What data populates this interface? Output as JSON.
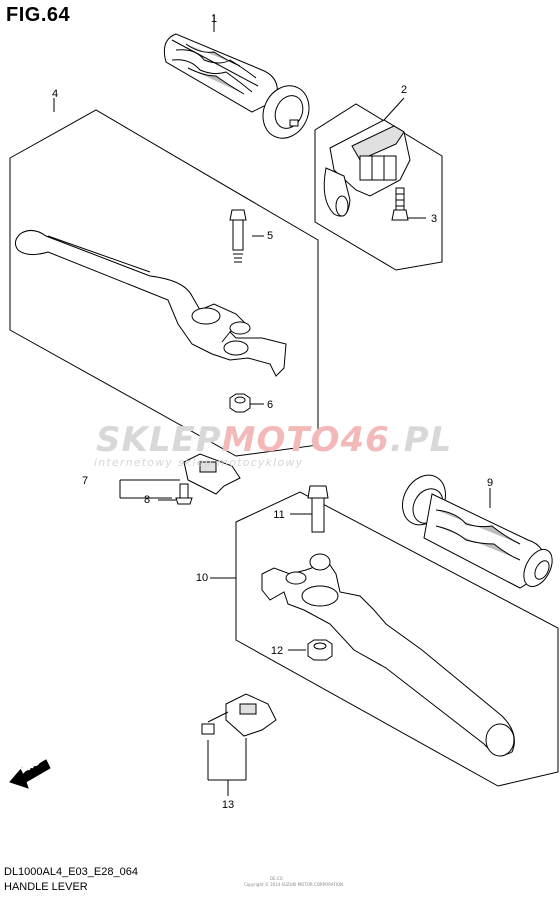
{
  "figure": {
    "title": "FIG.64",
    "model_code": "DL1000AL4_E03_E28_064",
    "subtitle": "HANDLE LEVER"
  },
  "watermark": {
    "brand_part1": "SKLEP",
    "brand_part2": "MOTO46",
    "brand_part3": ".PL",
    "tagline": "internetowy sklep motocyklowy"
  },
  "fwd_label": "FWD",
  "tiny_codes": [
    "DE.CO",
    "Copyright © 2014 SUZUKI MOTOR CORPORATION"
  ],
  "callouts": [
    {
      "id": "c1",
      "label": "1"
    },
    {
      "id": "c2",
      "label": "2"
    },
    {
      "id": "c3",
      "label": "3"
    },
    {
      "id": "c4",
      "label": "4"
    },
    {
      "id": "c5",
      "label": "5"
    },
    {
      "id": "c6",
      "label": "6"
    },
    {
      "id": "c7",
      "label": "7"
    },
    {
      "id": "c8",
      "label": "8"
    },
    {
      "id": "c9",
      "label": "9"
    },
    {
      "id": "c10",
      "label": "10"
    },
    {
      "id": "c11",
      "label": "11"
    },
    {
      "id": "c12",
      "label": "12"
    },
    {
      "id": "c13",
      "label": "13"
    }
  ],
  "colors": {
    "line": "#000000",
    "part_fill": "#ffffff",
    "grip_shade": "#bdbdbd",
    "watermark_grey": "#d8d8d8",
    "watermark_red": "#f3b9b9"
  }
}
